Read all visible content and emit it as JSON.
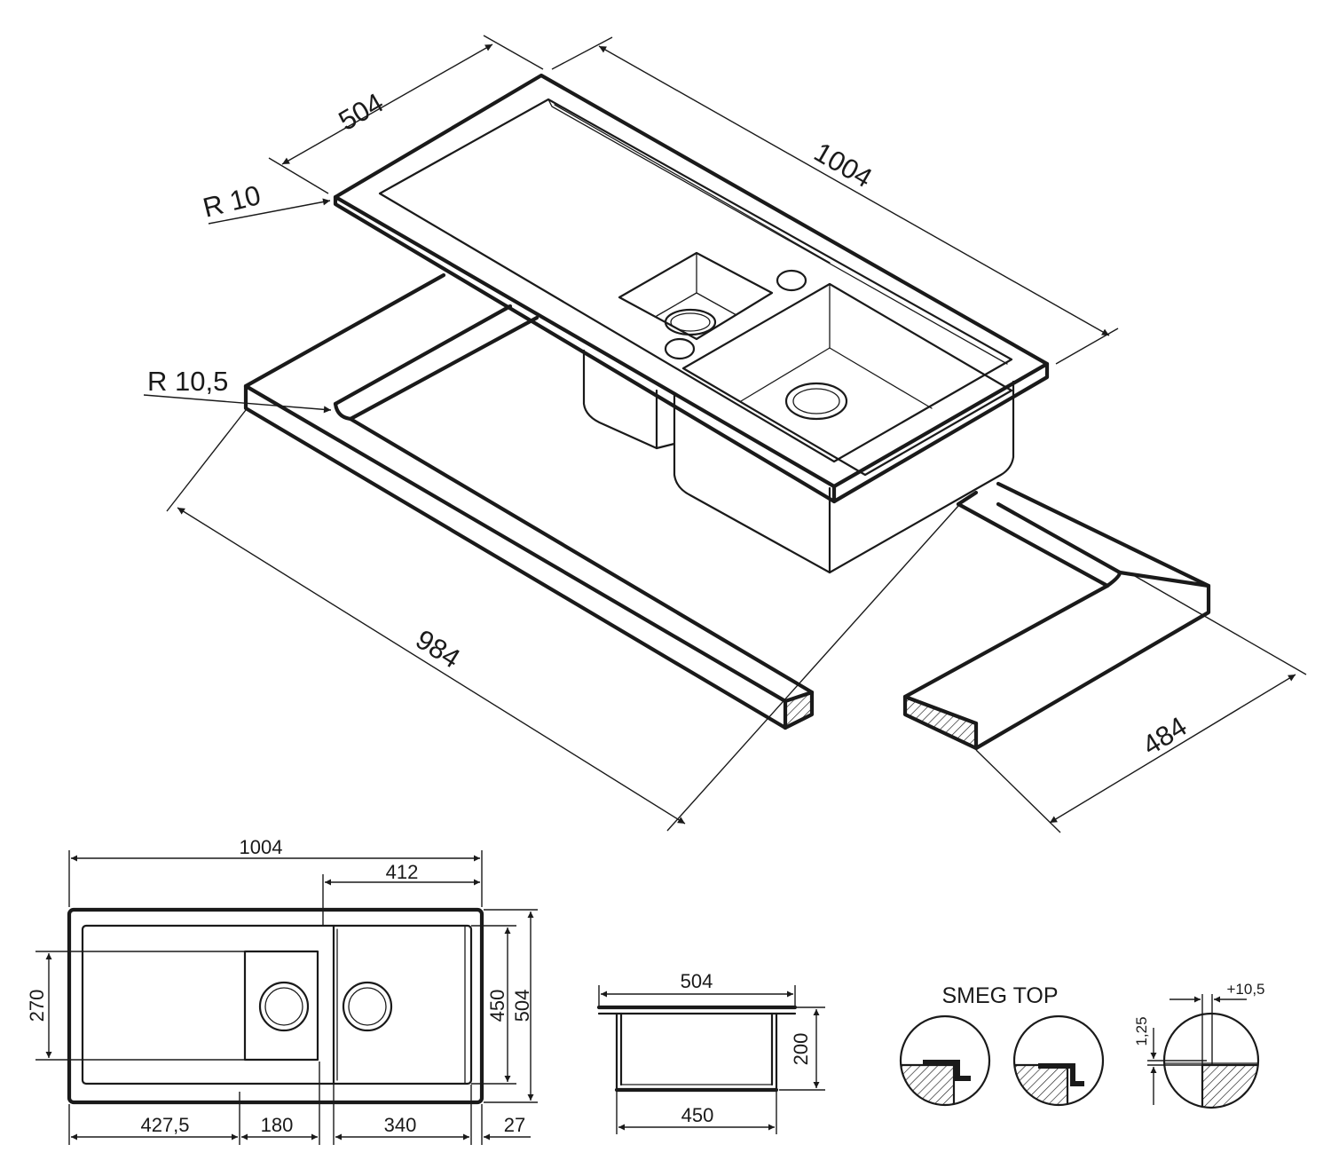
{
  "isometric": {
    "width_top": "504",
    "length_top": "1004",
    "radius_top": "R 10",
    "radius_cutout": "R 10,5",
    "length_cutout": "984",
    "width_cutout": "484"
  },
  "plan": {
    "overall_length": "1004",
    "bowl_length": "412",
    "drain_height": "270",
    "bowl_height": "450",
    "overall_height": "504",
    "seg1": "427,5",
    "seg2": "180",
    "seg3": "340",
    "seg4": "27"
  },
  "section": {
    "width_top": "504",
    "depth": "200",
    "width_bottom": "450"
  },
  "smeg_top": {
    "title": "SMEG TOP",
    "offset": "+10,5",
    "height": "1,25"
  }
}
